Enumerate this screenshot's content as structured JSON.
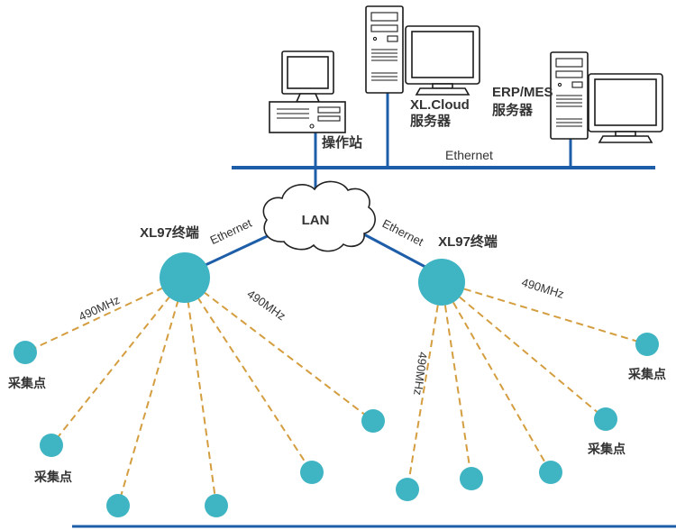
{
  "diagram": {
    "colors": {
      "node_teal": "#3fb4c3",
      "line_blue": "#1e5ea9",
      "dash_orange": "#d49e40",
      "text_dark": "#333333",
      "art_ink": "#1a1a1a",
      "background": "#ffffff"
    },
    "top": {
      "operator_station_label": "操作站",
      "cloud_server_label_line1": "XL.Cloud",
      "cloud_server_label_line2": "服务器",
      "erp_server_label_line1": "ERP/MES",
      "erp_server_label_line2": "服务器",
      "ethernet_bus_label": "Ethernet"
    },
    "network": {
      "lan_label": "LAN",
      "left_link_label": "Ethernet",
      "right_link_label": "Ethernet",
      "left_terminal_label": "XL97终端",
      "right_terminal_label": "XL97终端"
    },
    "radio": {
      "left_rf_label_1": "490MHz",
      "left_rf_label_2": "490MHz",
      "right_rf_label_1": "490MHz",
      "right_rf_label_2": "490MHz"
    },
    "collection_points": {
      "left_label_1": "采集点",
      "left_label_2": "采集点",
      "right_label_1": "采集点",
      "right_label_2": "采集点"
    }
  }
}
